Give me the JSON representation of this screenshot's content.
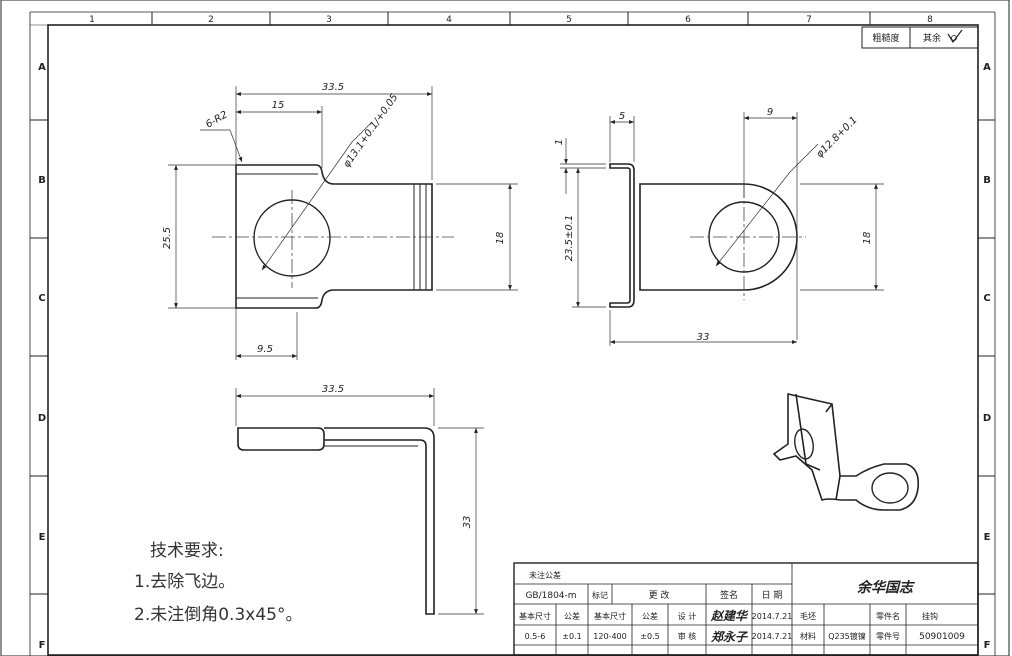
{
  "border": {
    "col_labels": [
      "1",
      "2",
      "3",
      "4",
      "5",
      "6",
      "7",
      "8"
    ],
    "row_labels": [
      "A",
      "B",
      "C",
      "D",
      "E",
      "F"
    ]
  },
  "roughness": {
    "label": "粗糙度",
    "rest_label": "其余"
  },
  "top_view": {
    "dim_overall_width": "33.5",
    "dim_hole_offset": "15",
    "dim_radius": "6-R2",
    "dim_hole_dia": "φ13.1+0.1/+0.05",
    "dim_height": "25.5",
    "dim_tab_height": "18",
    "dim_bottom_offset": "9.5"
  },
  "front_view": {
    "dim_thickness": "1",
    "dim_flange": "5",
    "dim_hole_offset": "9",
    "dim_hole_dia": "φ12.8+0.1",
    "dim_inner_height": "23.5±0.1",
    "dim_tab_height": "18",
    "dim_length": "33"
  },
  "side_view": {
    "dim_width": "33.5",
    "dim_height": "33"
  },
  "requirements": {
    "title": "技术要求:",
    "items": [
      "1.去除飞边。",
      "2.未注倒角0.3x45°。"
    ]
  },
  "title_block": {
    "tol_note": "未注公差",
    "tol_std": "GB/1804-m",
    "col_mark": "标记",
    "col_change": "更 改",
    "col_sign": "签名",
    "col_date": "日 期",
    "signature_big": "余华国志",
    "hdr_basic": "基本尺寸",
    "hdr_tol": "公差",
    "hdr_basic2": "基本尺寸",
    "hdr_tol2": "公差",
    "design": "设 计",
    "review": "审 核",
    "design_name": "赵建华",
    "design_date": "2014.7.21",
    "review_name": "郑永子",
    "review_date": "2014.7.21",
    "blank_label": "毛坯",
    "material_label": "材料",
    "material": "Q235镀镍",
    "part_name_label": "零件名",
    "part_name": "挂钩",
    "part_no_label": "零件号",
    "part_no": "50901009",
    "row1_size": "0.5-6",
    "row1_tol": "±0.1",
    "row1_size2": "120-400",
    "row1_tol2": "±0.5"
  }
}
